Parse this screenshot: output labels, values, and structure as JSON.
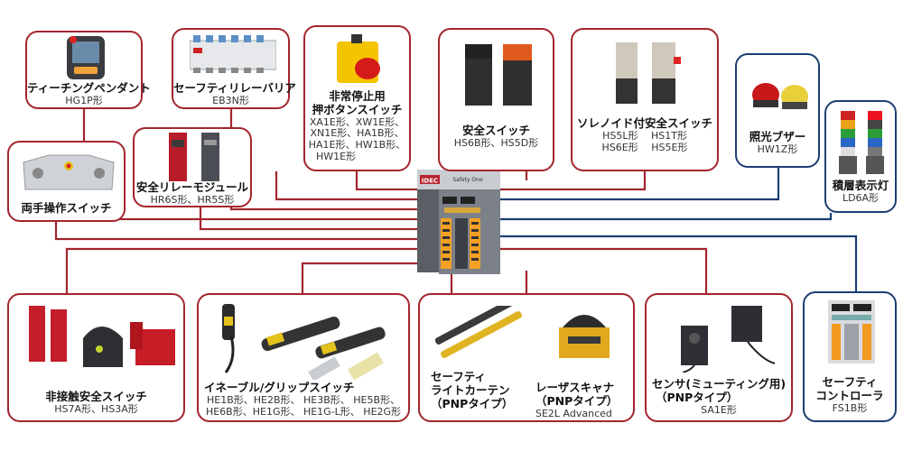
{
  "colors": {
    "red_line": "#a3252f",
    "blue_line": "#1c3f73",
    "text": "#111111"
  },
  "products": {
    "teaching": {
      "name": "ティーチングペンダント",
      "model": "HG1P形"
    },
    "relay_barrier": {
      "name": "セーフティリレーバリア",
      "model": "EB3N形"
    },
    "estop": {
      "name1": "非常停止用",
      "name2": "押ボタンスイッチ",
      "models": [
        "XA1E形、XW1E形、",
        "XN1E形、HA1B形、",
        "HA1E形、HW1B形、",
        "HW1E形"
      ]
    },
    "safety_switch": {
      "name": "安全スイッチ",
      "model": "HS6B形、HS5D形"
    },
    "solenoid": {
      "name": "ソレノイド付安全スイッチ",
      "model1": "HS5L形 　HS1T形",
      "model2": "HS6E形 　HS5E形"
    },
    "buzzer": {
      "name": "照光ブザー",
      "model": "HW1Z形"
    },
    "tower": {
      "name": "積層表示灯",
      "model": "LD6A形"
    },
    "two_hand": {
      "name": "両手操作スイッチ"
    },
    "relay_module": {
      "name": "安全リレーモジュール",
      "model": "HR6S形、HR5S形"
    },
    "noncontact": {
      "name": "非接触安全スイッチ",
      "model": "HS7A形、HS3A形"
    },
    "enable": {
      "name": "イネーブル/グリップスイッチ",
      "models": [
        "HE1B形、HE2B形、 HE3B形、 HE5B形、",
        "HE6B形、HE1G形、 HE1G-L形、 HE2G形"
      ]
    },
    "light_curtain": {
      "name1": "セーフティ",
      "name2": "ライトカーテン",
      "name3": "（PNPタイプ）"
    },
    "laser": {
      "name1": "レーザスキャナ",
      "name2": "（PNPタイプ）",
      "model": "SE2L Advanced"
    },
    "sensor": {
      "name1": "センサ(ミューティング用)",
      "name2": "（PNPタイプ）",
      "model": "SA1E形"
    },
    "controller": {
      "name1": "セーフティ",
      "name2": "コントローラ",
      "model": "FS1B形"
    }
  },
  "center_module": {
    "brand": "IDEC",
    "caption": "Safety One"
  }
}
